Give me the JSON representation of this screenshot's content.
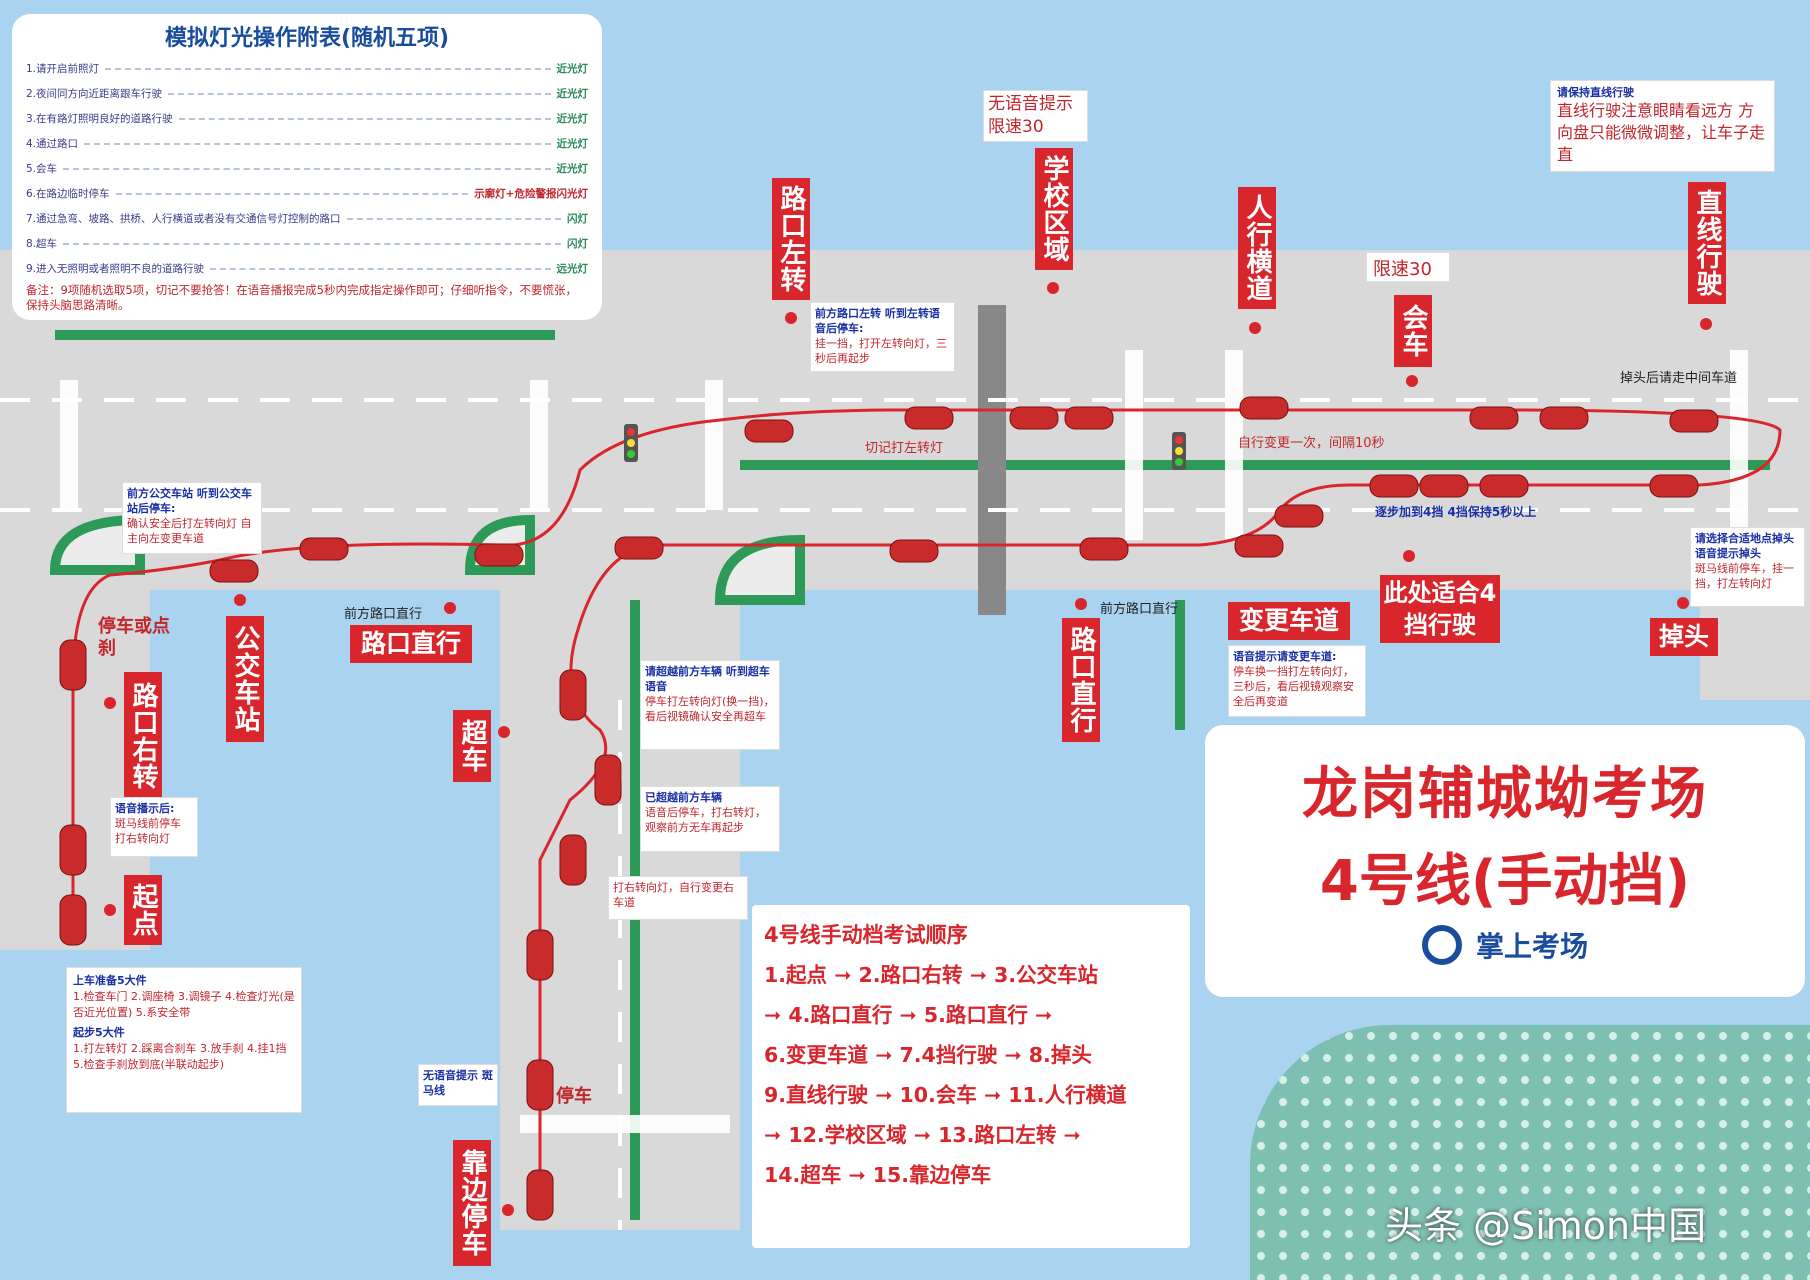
{
  "legend": {
    "title": "模拟灯光操作附表(随机五项)",
    "rows": [
      {
        "item": "1.请开启前照灯",
        "light": "近光灯"
      },
      {
        "item": "2.夜间同方向近距离跟车行驶",
        "light": "近光灯"
      },
      {
        "item": "3.在有路灯照明良好的道路行驶",
        "light": "近光灯"
      },
      {
        "item": "4.通过路口",
        "light": "近光灯"
      },
      {
        "item": "5.会车",
        "light": "近光灯"
      },
      {
        "item": "6.在路边临时停车",
        "light": "示廓灯+危险警报闪光灯"
      },
      {
        "item": "7.通过急弯、坡路、拱桥、人行横道或者没有交通信号灯控制的路口",
        "light": "闪灯"
      },
      {
        "item": "8.超车",
        "light": "闪灯"
      },
      {
        "item": "9.进入无照明或者照明不良的道路行驶",
        "light": "远光灯"
      }
    ],
    "note": "备注：9项随机选取5项，切记不要抢答！在语音播报完成5秒内完成指定操作即可；仔细听指令，不要慌张，保持头脑思路清晰。"
  },
  "title": {
    "line1": "龙岗辅城坳考场",
    "line2": "4号线(手动挡)",
    "brand": "掌上考场"
  },
  "order": {
    "title": "4号线手动档考试顺序",
    "lines": [
      "1.起点 ➞ 2.路口右转 ➞ 3.公交车站",
      "➞ 4.路口直行 ➞ 5.路口直行 ➞",
      "6.变更车道 ➞ 7.4挡行驶 ➞ 8.掉头",
      "9.直线行驶 ➞ 10.会车 ➞ 11.人行横道",
      "➞ 12.学校区域 ➞ 13.路口左转 ➞",
      "14.超车 ➞ 15.靠边停车"
    ]
  },
  "labels": {
    "qidian": "起点",
    "lukouyouzhuan": "路口右转",
    "gongjiao": "公交车站",
    "lukouzhixing1": "路口直行",
    "lukouzhixing2": "路口直行",
    "biangeng": "变更车道",
    "sidang": "此处适合4挡行驶",
    "diaotou": "掉头",
    "zhixian": "直线行驶",
    "huiche": "会车",
    "renxing": "人行横道",
    "xuexiao": "学校区域",
    "lukouzuozhuan": "路口左转",
    "chaoche": "超车",
    "kaobian": "靠边停车"
  },
  "notes": {
    "start_title": "上车准备5大件",
    "start_items": "1.检查车门  2.调座椅  3.调镜子  4.检查灯光(是否近光位置)  5.系安全带",
    "start2_title": "起步5大件",
    "start2_items": "1.打左转灯  2.踩离合刹车  3.放手刹  4.挂1挡  5.检查手刹放到底(半联动起步)",
    "right_title": "语音播示后:",
    "right_body": "斑马线前停车 打右转向灯",
    "bus_title": "前方公交车站 听到公交车站后停车:",
    "bus_body": "确认安全后打左转向灯 自主向左变更车道",
    "overtake_title": "请超越前方车辆 听到超车语音",
    "overtake_body": "停车打左转向灯(换一挡)，看后视镜确认安全再超车",
    "overtaken_title": "已超越前方车辆",
    "overtaken_body": "语音后停车，打右转灯，观察前方无车再起步",
    "return_lane": "打右转向灯，自行变更右车道",
    "zebra_title": "无语音提示 斑马线",
    "stop_car": "停车",
    "stop_or_brake": "停车或点刹",
    "left_title": "前方路口左转 听到左转语音后停车:",
    "left_body": "挂一挡，打开左转向灯，三秒后再起步",
    "left_remember": "切记打左转灯",
    "no_voice": "无语音提示",
    "speed30a": "限速30",
    "speed30b": "限速30",
    "self_change": "自行变更一次，间隔10秒",
    "gear_up": "逐步加到4挡 4挡保持5秒以上",
    "straight_note_title": "请保持直线行驶",
    "straight_note_body": "直线行驶注意眼睛看远方 方向盘只能微微调整，让车子走直",
    "after_uturn": "掉头后请走中间车道",
    "uturn_title": "请选择合适地点掉头 语音提示掉头",
    "uturn_body": "斑马线前停车，挂一挡，打左转向灯",
    "ahead_straight1": "前方路口直行",
    "ahead_straight2": "前方路口直行",
    "lane_title": "语音提示请变更车道:",
    "lane_body": "停车换一挡打左转向灯，三秒后，看后视镜观察安全后再变道"
  },
  "watermark": "头条 @Simon中国",
  "colors": {
    "route": "#d8262c",
    "label_bg": "#d8262c",
    "water": "#a9d3ef",
    "grass": "#2e9a57",
    "road": "#dcdcdc"
  }
}
